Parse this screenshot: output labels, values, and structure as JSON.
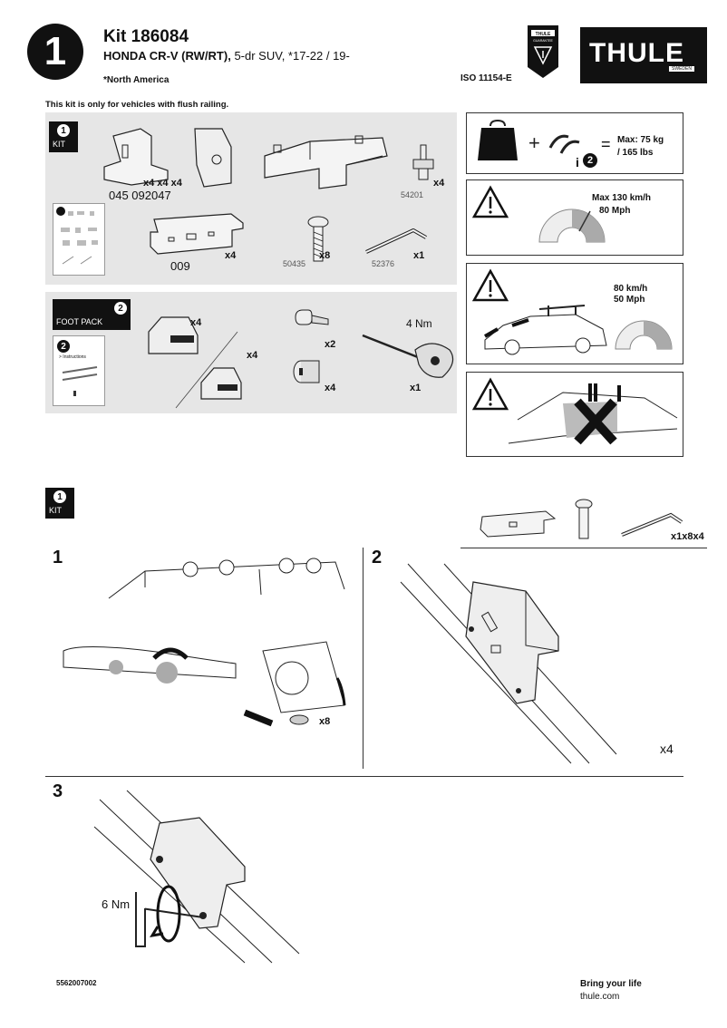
{
  "header": {
    "step_number": "1",
    "kit_title": "Kit 186084",
    "vehicle_model": "HONDA CR-V (RW/RT),",
    "vehicle_details": " 5-dr SUV, *17-22 / 19-",
    "region": "*North America",
    "iso": "ISO 11154-E",
    "brand": "THULE",
    "brand_sub": "SWEDEN",
    "guarantee_label": "GUARANTEE"
  },
  "notice": "This kit is only for vehicles with flush railing.",
  "kit_panel": {
    "badge_num": "1",
    "badge_label": "KIT",
    "bracket_qty": "x4 x4 x4",
    "bracket_pn": "045 092047",
    "bolt_qty": "x4",
    "bolt_pn": "54201",
    "plate_qty": "x4",
    "plate_pn": "009",
    "screw_qty": "x8",
    "screw_pn": "50435",
    "key_qty": "x1",
    "key_pn": "52376"
  },
  "foot_panel": {
    "badge_num": "2",
    "badge_label": "FOOT PACK",
    "booklet_num": "2",
    "booklet_text": "> Instructions",
    "foot_qty_1": "x4",
    "foot_qty_2": "x4",
    "key_qty": "x2",
    "lock_qty": "x4",
    "torque": "4 Nm",
    "tool_qty": "x1"
  },
  "warnings": {
    "load_max_kg": "Max: 75 kg",
    "load_max_lbs": "/ 165 lbs",
    "speed_label": "Max  130 km/h",
    "speed_mph": "80 Mph",
    "wash_kmh": "80 km/h",
    "wash_mph": "50 Mph",
    "info_num": "2"
  },
  "lower": {
    "kit_badge_num": "1",
    "kit_badge_label": "KIT",
    "parts_qty": "x1x8x4",
    "step1": "1",
    "step1_screw_qty": "x8",
    "step2": "2",
    "step2_qty": "x4",
    "step3": "3",
    "step3_torque": "6 Nm"
  },
  "footer": {
    "code": "5562007002",
    "tagline": "Bring your life",
    "site": "thule.com"
  }
}
